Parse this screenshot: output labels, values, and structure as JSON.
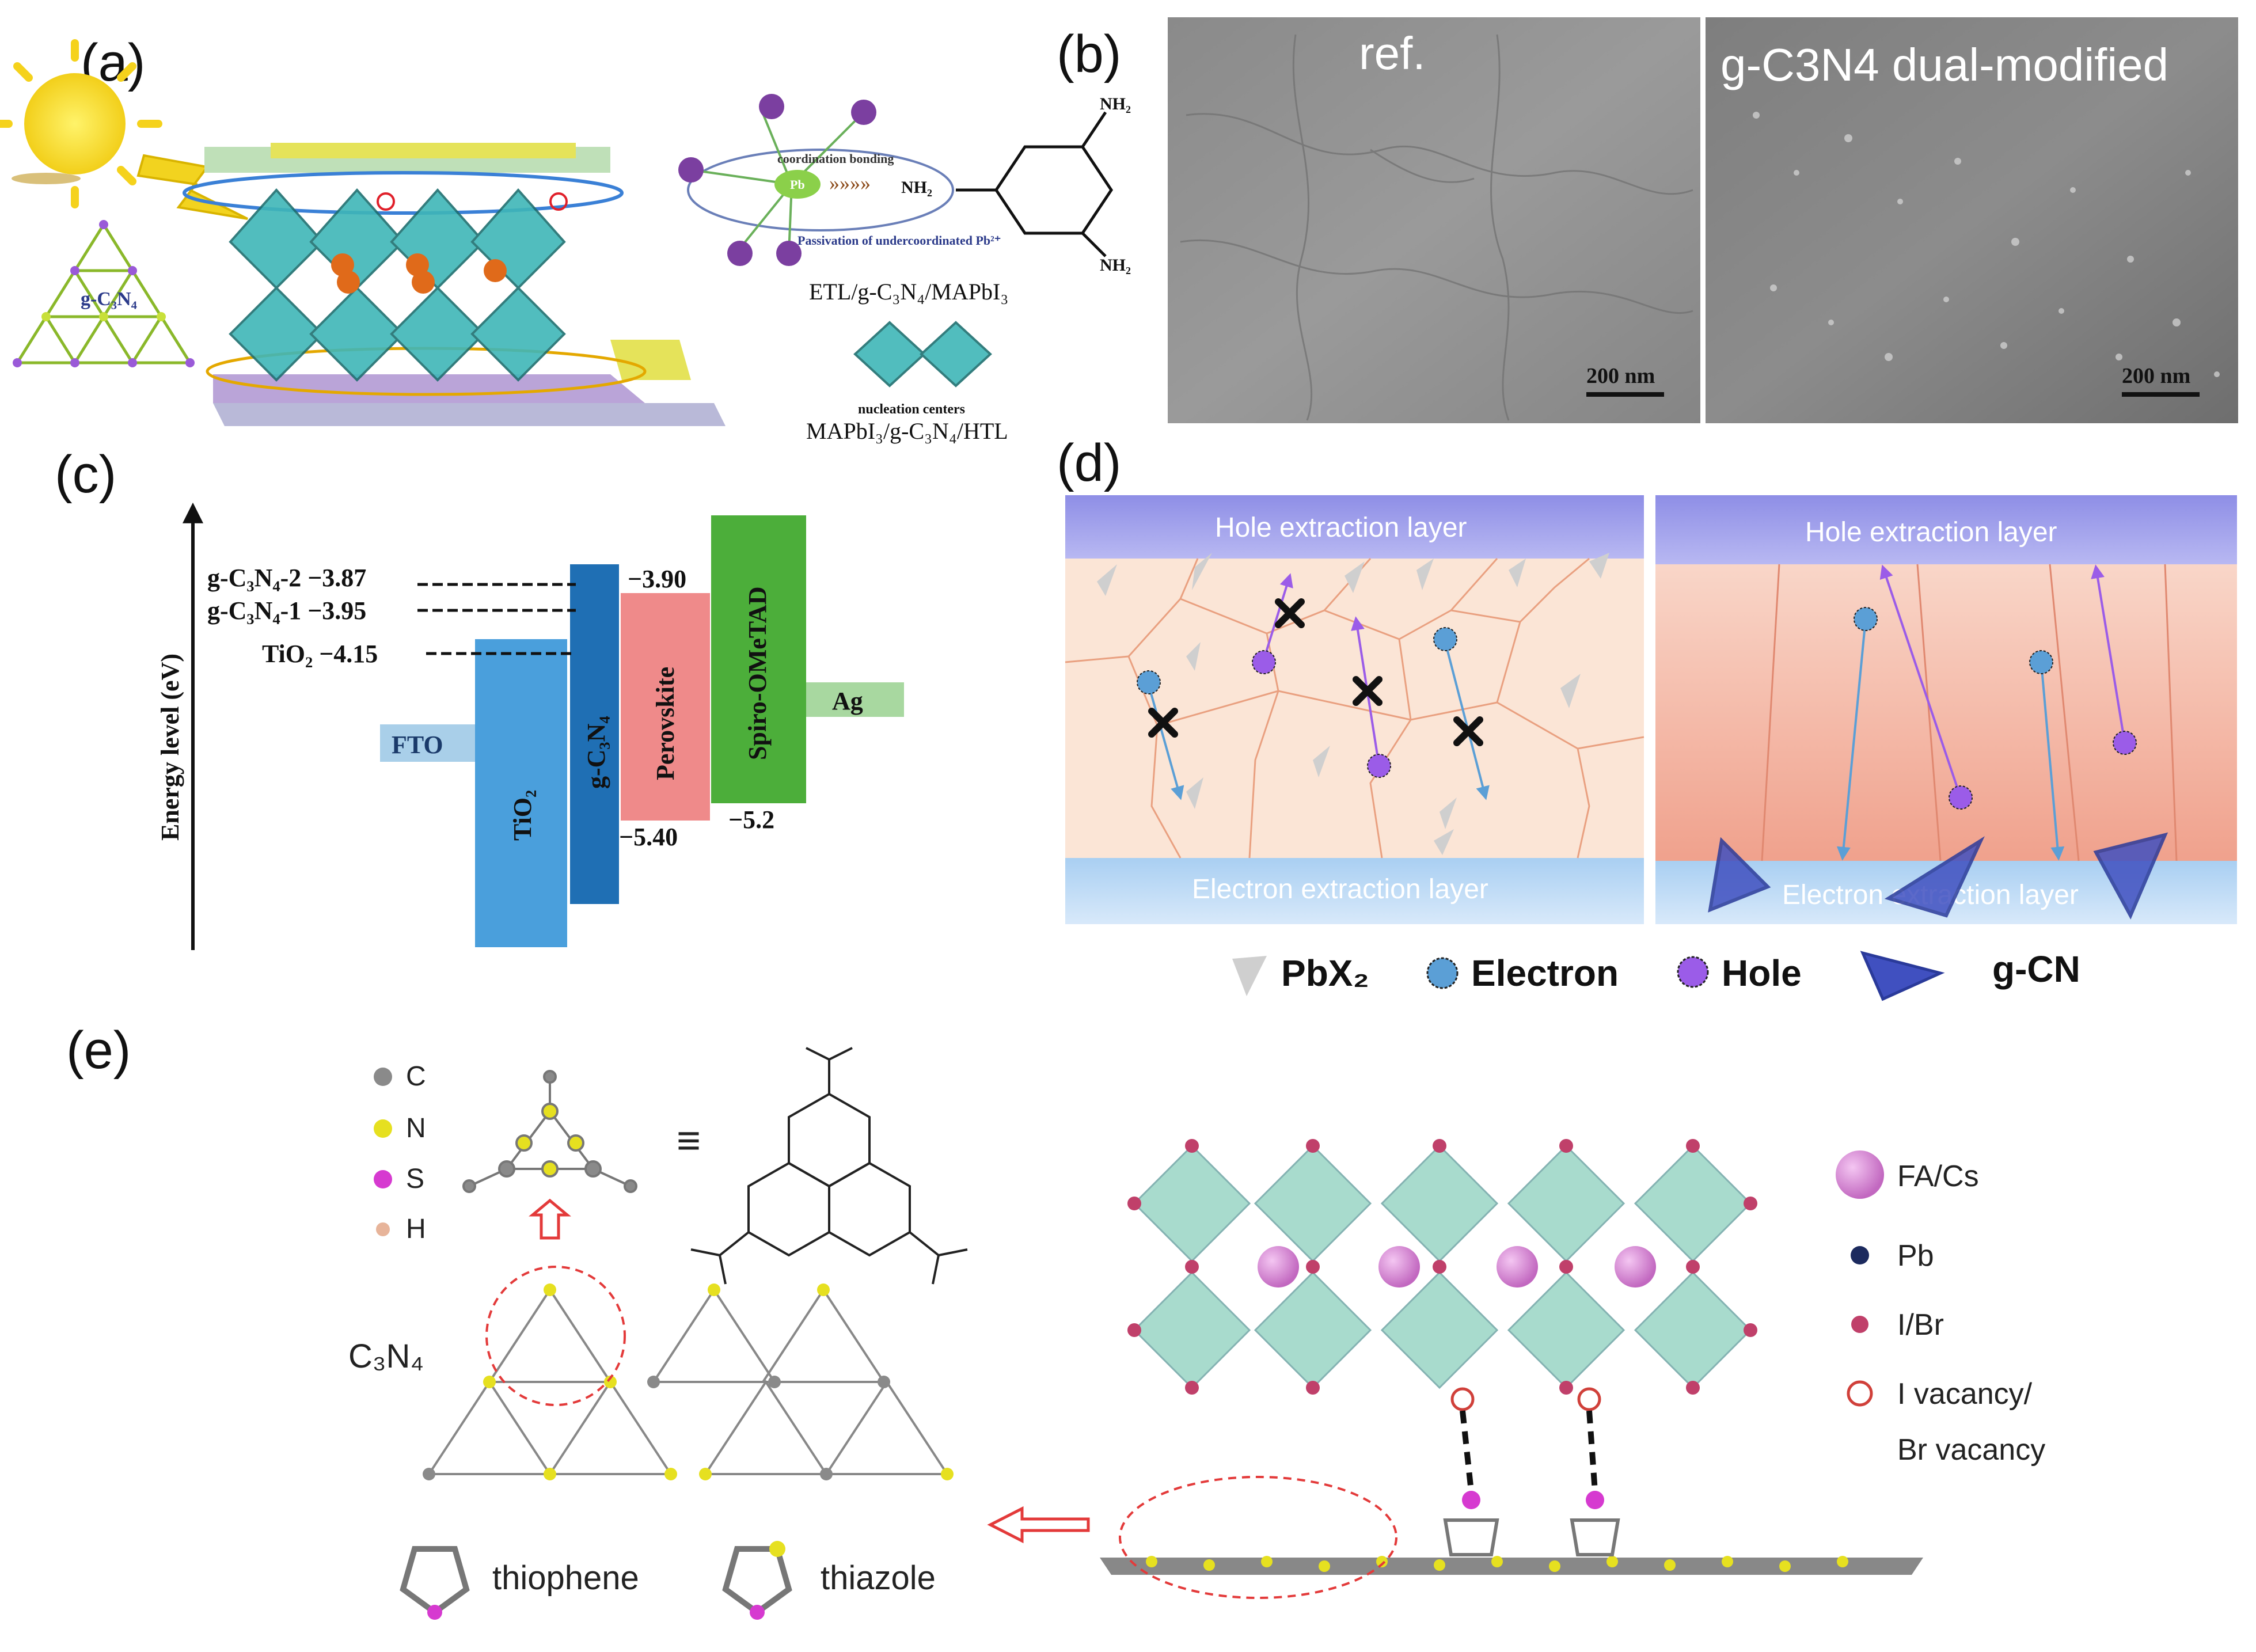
{
  "panels": {
    "a": {
      "label": "(a)",
      "gcn_label": "g-C₃N₄",
      "coord_title": "coordination bonding",
      "pb_label": "Pb",
      "nh_label": "NH₂",
      "nh_label2": "NH₂",
      "passivation": "Passivation of undercoordinated Pb²⁺",
      "etl_caption": "ETL/g-C₃N₄/MAPbI₃",
      "nucleation": "nucleation centers",
      "htl_caption": "MAPbI₃/g-C₃N₄/HTL"
    },
    "b": {
      "label": "(b)",
      "ref_label": "ref.",
      "mod_label": "g-C3N4 dual-modified",
      "scale_left": "200 nm",
      "scale_right": "200 nm"
    },
    "c": {
      "label": "(c)",
      "y_axis": "Energy level (eV)",
      "gcn2": "g-C₃N₄-2 −3.87",
      "gcn1": "g-C₃N₄-1 −3.95",
      "tio2_level": "TiO₂ −4.15",
      "v390": "−3.90",
      "v540": "−5.40",
      "v52": "−5.2",
      "fto": "FTO",
      "tio2": "TiO₂",
      "gcn": "g-C₃N₄",
      "perovskite": "Perovskite",
      "spiro": "Spiro-OMeTAD",
      "ag": "Ag"
    },
    "d": {
      "label": "(d)",
      "hole_layer_left": "Hole extraction layer",
      "hole_layer_right": "Hole extraction layer",
      "electron_layer_left": "Electron extraction layer",
      "electron_layer_right": "Electron extraction layer",
      "legend": [
        "PbX₂",
        "Electron",
        "Hole",
        "g-CN"
      ]
    },
    "e": {
      "label": "(e)",
      "atoms": [
        "C",
        "N",
        "S",
        "H"
      ],
      "equiv": "≡",
      "c3n4": "C₃N₄",
      "thiophene": "thiophene",
      "thiazole": "thiazole",
      "legend": [
        "FA/Cs",
        "Pb",
        "I/Br",
        "I vacancy/",
        "Br vacancy"
      ]
    }
  },
  "colors": {
    "tio2": "#4a9fdc",
    "gcn": "#1f6fb4",
    "perovskite": "#ef8a8a",
    "spiro": "#4cae3a",
    "ag": "#a8d8a0",
    "fto": "#a9cfe9",
    "electron": "#5b9fd6",
    "hole": "#9b5ce8",
    "octahedron": "#9fd8c8",
    "fa_cs": "#d982d6",
    "pb": "#1c2a5e",
    "ibr": "#c0406a",
    "vacancy": "#d0403a"
  }
}
